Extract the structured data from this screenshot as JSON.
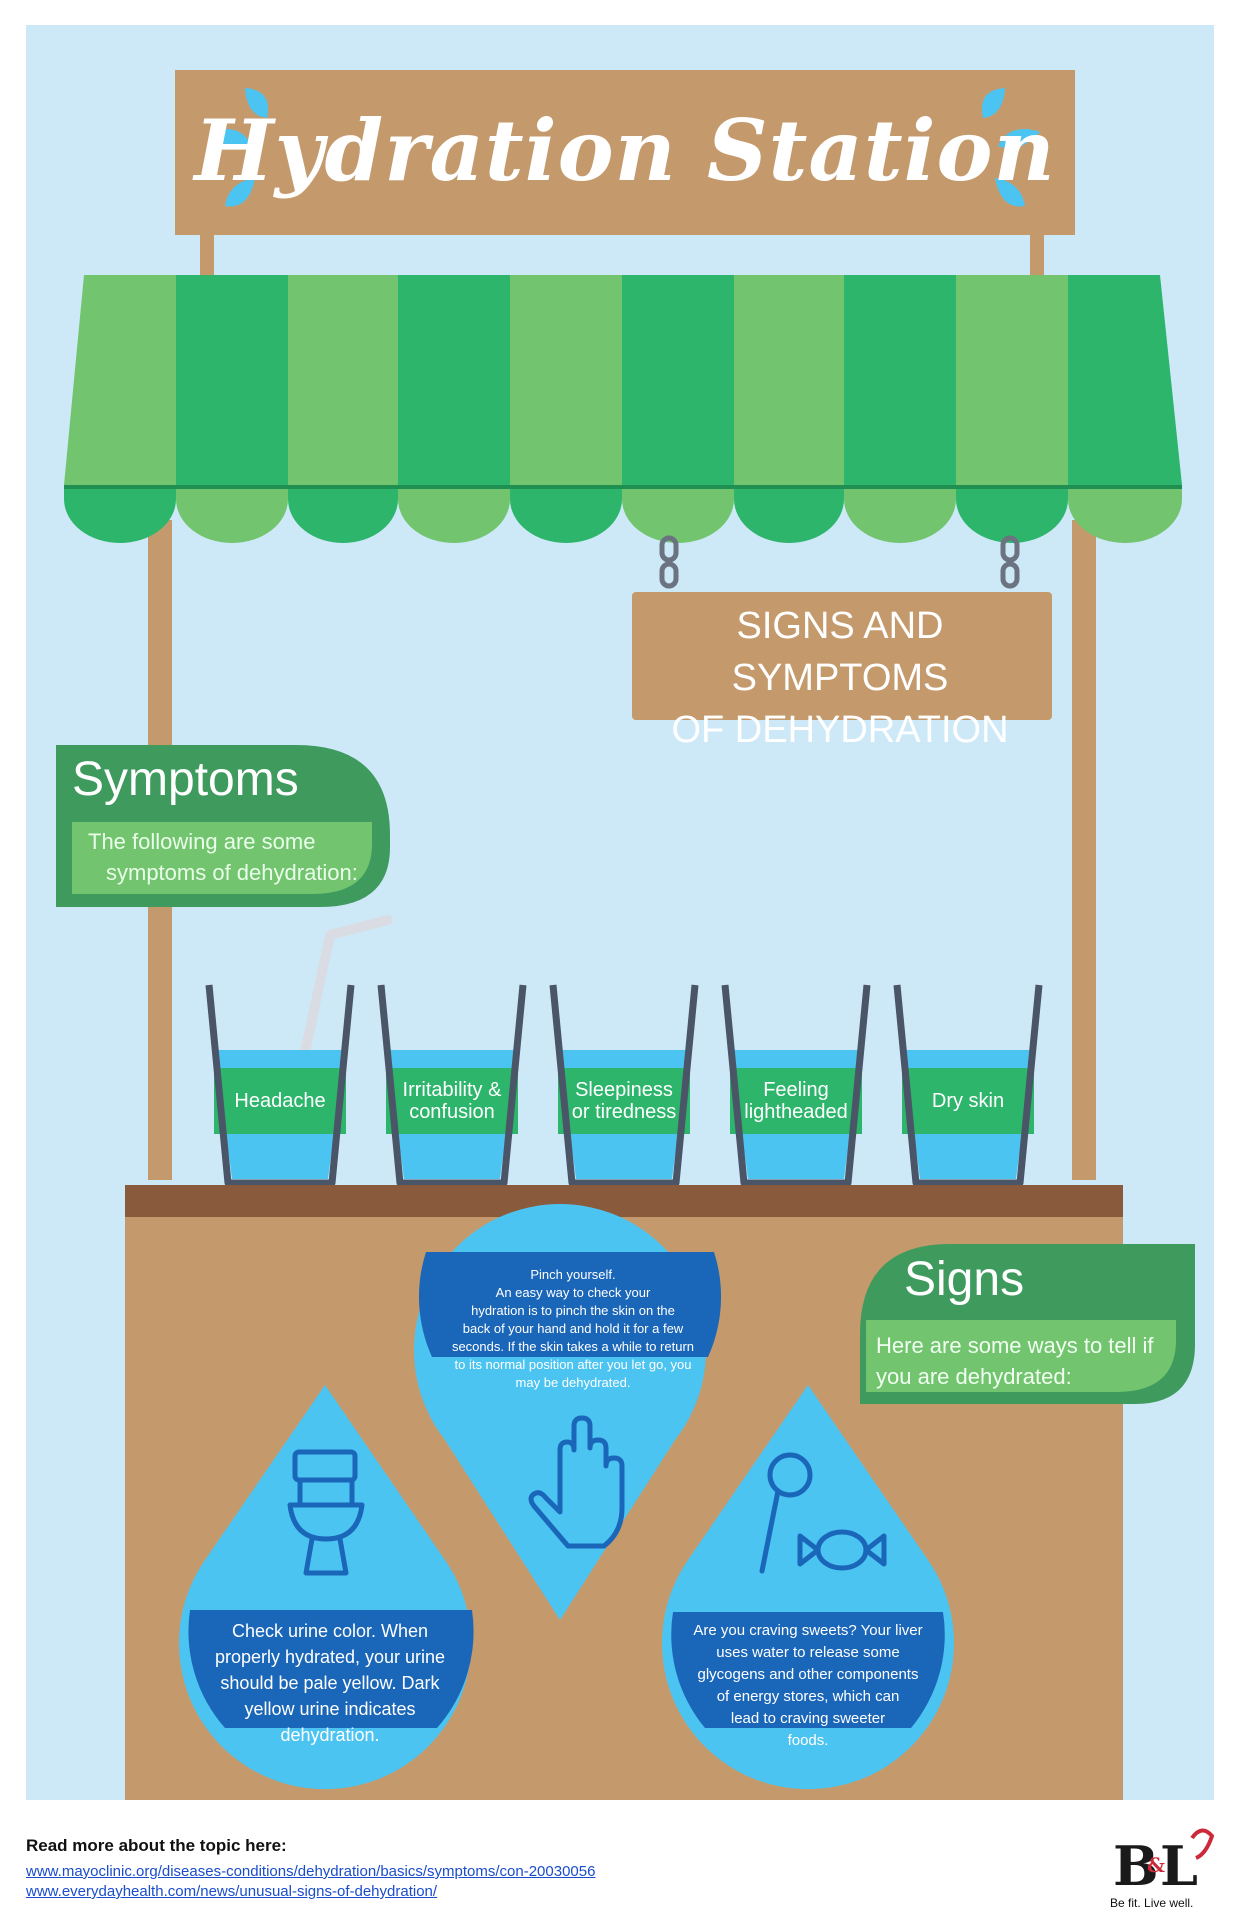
{
  "title": "Hydration Station",
  "sign_heading": [
    "SIGNS AND SYMPTOMS",
    "OF DEHYDRATION"
  ],
  "symptoms": {
    "title": "Symptoms",
    "subtitle": [
      "The following are some",
      "symptoms of dehydration:"
    ],
    "items": [
      {
        "label": [
          "Headache"
        ]
      },
      {
        "label": [
          "Irritability &",
          "confusion"
        ]
      },
      {
        "label": [
          "Sleepiness",
          "or tiredness"
        ]
      },
      {
        "label": [
          "Feeling",
          "lightheaded"
        ]
      },
      {
        "label": [
          "Dry skin"
        ]
      }
    ]
  },
  "signs": {
    "title": "Signs",
    "subtitle": [
      "Here are some ways to tell if",
      "you are dehydrated:"
    ],
    "tips": [
      {
        "icon": "hand-icon",
        "lines": [
          "Pinch yourself.",
          "An easy way to check your",
          "hydration is to pinch the skin on the",
          "back of your hand and hold it for a few",
          "seconds. If the skin takes a while to return",
          "to its normal position after you let go, you",
          "may be dehydrated."
        ]
      },
      {
        "icon": "toilet-icon",
        "lines": [
          "Check urine color. When",
          "properly hydrated, your urine",
          "should be pale yellow. Dark",
          "yellow urine indicates",
          "dehydration."
        ]
      },
      {
        "icon": "candy-icon",
        "lines": [
          "Are you craving sweets? Your liver",
          "uses water to release some",
          "glycogens and other components",
          "of energy stores, which can",
          "lead to craving sweeter",
          "foods."
        ]
      }
    ]
  },
  "footer": {
    "heading": "Read more about the topic here:",
    "links": [
      "www.mayoclinic.org/diseases-conditions/dehydration/basics/symptoms/con-20030056",
      "www.everydayhealth.com/news/unusual-signs-of-dehydration/"
    ]
  },
  "brand": {
    "logo": "B&L",
    "tagline": "Be fit. Live well."
  },
  "colors": {
    "sky": "#cde9f8",
    "wood": "#c49a6c",
    "wood_dark": "#8a5a3c",
    "green_light": "#72c46f",
    "green_mid": "#2db56b",
    "green_dark": "#3f9a5e",
    "water": "#4cc4f2",
    "water_dark": "#1a66b8",
    "cup_outline": "#4a5568"
  }
}
